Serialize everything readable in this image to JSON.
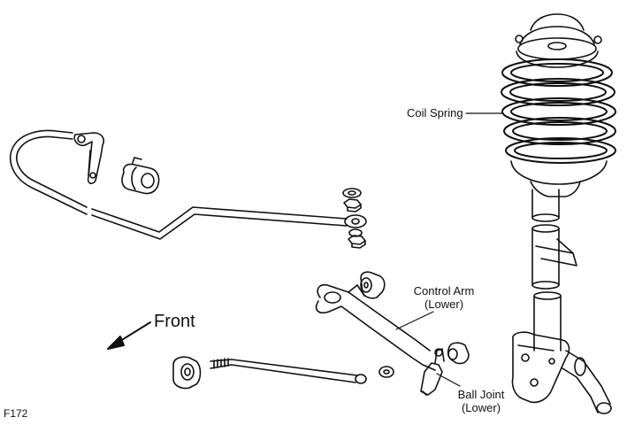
{
  "labels": {
    "coil_spring": "Coil Spring",
    "control_arm_line1": "Control Arm",
    "control_arm_line2": "(Lower)",
    "ball_joint_line1": "Ball Joint",
    "ball_joint_line2": "(Lower)",
    "front": "Front",
    "figure_code": "F172"
  },
  "colors": {
    "ink": "#111111",
    "paper": "#ffffff"
  }
}
